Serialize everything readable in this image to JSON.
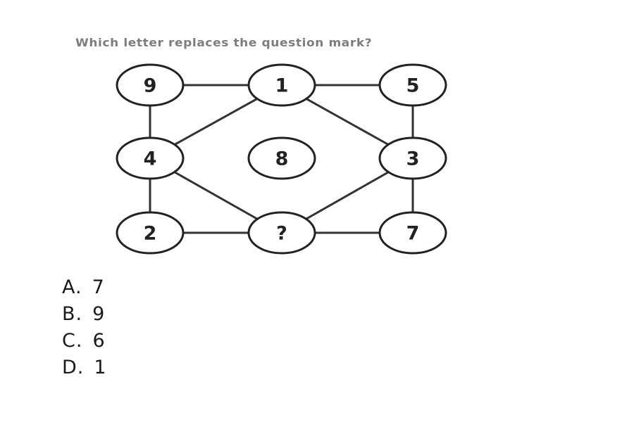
{
  "question": "Which letter replaces the question mark?",
  "diagram": {
    "nodes": [
      {
        "id": "top-left",
        "label": "9"
      },
      {
        "id": "top-middle",
        "label": "1"
      },
      {
        "id": "top-right",
        "label": "5"
      },
      {
        "id": "middle-left",
        "label": "4"
      },
      {
        "id": "center",
        "label": "8"
      },
      {
        "id": "middle-right",
        "label": "3"
      },
      {
        "id": "bottom-left",
        "label": "2"
      },
      {
        "id": "bottom-middle",
        "label": "?"
      },
      {
        "id": "bottom-right",
        "label": "7"
      }
    ],
    "edges": [
      [
        "top-left",
        "top-middle"
      ],
      [
        "top-middle",
        "top-right"
      ],
      [
        "top-left",
        "middle-left"
      ],
      [
        "top-right",
        "middle-right"
      ],
      [
        "top-middle",
        "middle-left"
      ],
      [
        "top-middle",
        "middle-right"
      ],
      [
        "middle-left",
        "bottom-middle"
      ],
      [
        "middle-right",
        "bottom-middle"
      ],
      [
        "middle-left",
        "bottom-left"
      ],
      [
        "middle-right",
        "bottom-right"
      ],
      [
        "bottom-left",
        "bottom-middle"
      ],
      [
        "bottom-middle",
        "bottom-right"
      ]
    ]
  },
  "options": [
    {
      "letter": "A.",
      "value": "7"
    },
    {
      "letter": "B.",
      "value": "9"
    },
    {
      "letter": "C.",
      "value": "6"
    },
    {
      "letter": "D.",
      "value": "1"
    }
  ]
}
